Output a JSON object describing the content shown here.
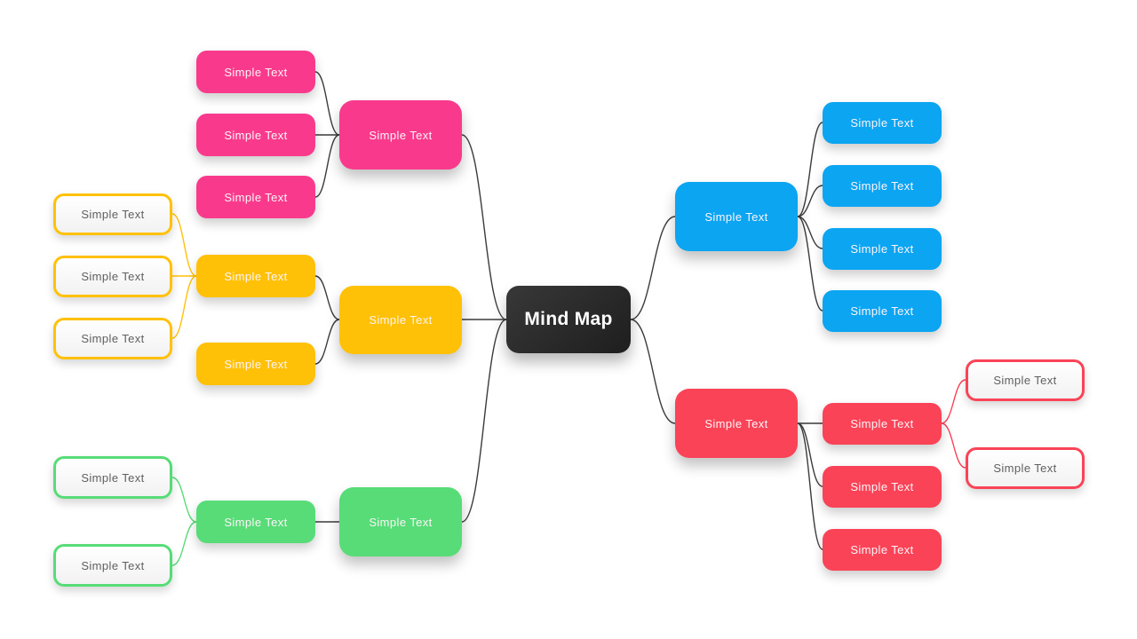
{
  "title": "Mind Map",
  "colors": {
    "bg": "#ffffff",
    "line": "#3b3b3b",
    "pink": "#F93A8C",
    "yellow": "#FFC107",
    "green": "#57DC77",
    "blue": "#0BA5F2",
    "red": "#FA4357",
    "center-dark-1": "#383838",
    "center-dark-2": "#1e1e1e",
    "filled-text": "#FDF4F8",
    "outline-text": "#606060"
  },
  "center": {
    "label": "Mind Map"
  },
  "branches": {
    "pink": {
      "node": {
        "label": "Simple Text"
      },
      "children": [
        {
          "label": "Simple Text"
        },
        {
          "label": "Simple Text"
        },
        {
          "label": "Simple Text"
        }
      ]
    },
    "yellow": {
      "node": {
        "label": "Simple Text"
      },
      "children": [
        {
          "label": "Simple Text",
          "children": [
            {
              "label": "Simple Text"
            },
            {
              "label": "Simple Text"
            },
            {
              "label": "Simple Text"
            }
          ]
        },
        {
          "label": "Simple Text"
        }
      ]
    },
    "green": {
      "node": {
        "label": "Simple Text"
      },
      "children": [
        {
          "label": "Simple Text",
          "children": [
            {
              "label": "Simple Text"
            },
            {
              "label": "Simple Text"
            }
          ]
        }
      ]
    },
    "blue": {
      "node": {
        "label": "Simple Text"
      },
      "children": [
        {
          "label": "Simple Text"
        },
        {
          "label": "Simple Text"
        },
        {
          "label": "Simple Text"
        },
        {
          "label": "Simple Text"
        }
      ]
    },
    "red": {
      "node": {
        "label": "Simple Text"
      },
      "children": [
        {
          "label": "Simple Text",
          "children": [
            {
              "label": "Simple Text"
            },
            {
              "label": "Simple Text"
            }
          ]
        },
        {
          "label": "Simple Text"
        },
        {
          "label": "Simple Text"
        }
      ]
    }
  }
}
